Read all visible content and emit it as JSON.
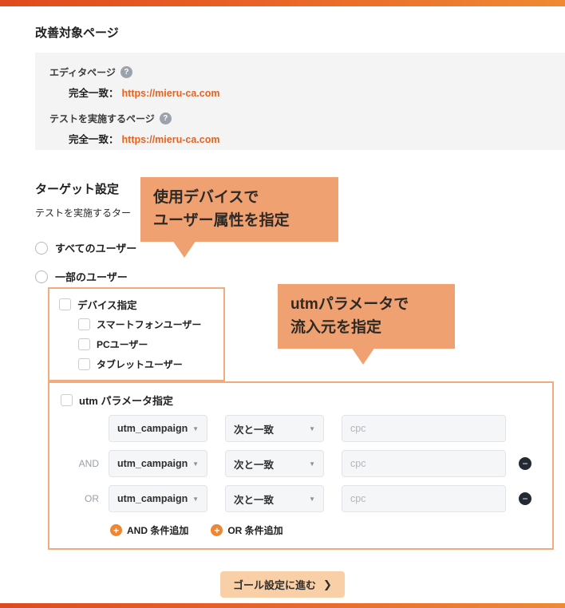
{
  "accent": {
    "gradient_left": "#e04a1e",
    "gradient_right": "#ef8a33",
    "callout_bg": "#f0a172",
    "box_border": "#f2ab7c",
    "link_color": "#e8621f"
  },
  "icons": {
    "help": "?",
    "chevron": "▼",
    "minus": "−",
    "plus": "+",
    "arrow": "❯"
  },
  "header": {
    "title": "改善対象ページ"
  },
  "pages": {
    "editor_label": "エディタページ",
    "test_label": "テストを実施するページ",
    "match_label_editor": "完全一致：",
    "match_label_test": "完全一致：",
    "editor_url": "https://mieru-ca.com",
    "test_url": "https://mieru-ca.com"
  },
  "target": {
    "title": "ターゲット設定",
    "subtitle": "テストを実施するター",
    "radios": [
      {
        "label": "すべてのユーザー"
      },
      {
        "label": "一部のユーザー"
      }
    ]
  },
  "callouts": {
    "device": {
      "line1": "使用デバイスで",
      "line2": "ユーザー属性を指定"
    },
    "utm": {
      "line1": "utmパラメータで",
      "line2": "流入元を指定"
    }
  },
  "device_box": {
    "label": "デバイス指定",
    "options": [
      "スマートフォンユーザー",
      "PCユーザー",
      "タブレットユーザー"
    ]
  },
  "utm": {
    "label": "utm パラメータ指定",
    "rows": [
      {
        "prefix": "",
        "param": "utm_campaign",
        "match": "次と一致",
        "placeholder": "cpc"
      },
      {
        "prefix": "AND",
        "param": "utm_campaign",
        "match": "次と一致",
        "placeholder": "cpc"
      },
      {
        "prefix": "OR",
        "param": "utm_campaign",
        "match": "次と一致",
        "placeholder": "cpc"
      }
    ],
    "add_and": "AND 条件追加",
    "add_or": "OR 条件追加"
  },
  "footer": {
    "next_button": "ゴール設定に進む"
  }
}
